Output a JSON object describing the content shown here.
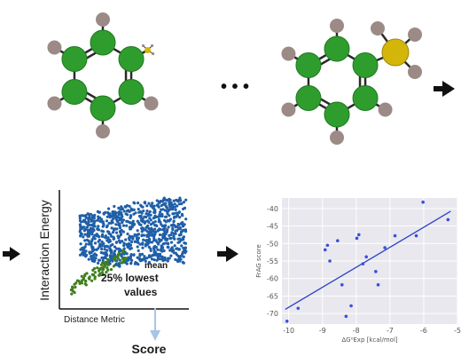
{
  "colors": {
    "carbon": "#2e9d2e",
    "carbon_stroke": "#1f7a1f",
    "hydrogen": "#9b8a86",
    "sulfur": "#d4b60a",
    "bond": "#2a2a2a",
    "arrow": "#111111",
    "blue_points": "#1f5fa8",
    "green_points": "#3f7f1f",
    "score_arrow": "#a9c4e6",
    "plot_bg": "#e8e8ee",
    "plot_grid": "#ffffff",
    "reg_points": "#3a4fd8",
    "reg_line": "#2b3fc9"
  },
  "icons": {
    "step_arrow": "right-arrow-icon",
    "score_arrow": "down-arrow-icon"
  },
  "ellipsis": "• • •",
  "scatter_panel": {
    "ylabel": "Interaction Energy",
    "xlabel": "Distance Metric",
    "annotation_line1": "mean",
    "annotation_line2": "25% lowest",
    "annotation_line3": "values",
    "score_label": "Score"
  },
  "chart_data": {
    "type": "scatter",
    "xlabel": "ΔG⁰Exp [kcal/mol]",
    "ylabel": "FrAG score",
    "xlim": [
      -10.2,
      -5.0
    ],
    "ylim": [
      -73,
      -37
    ],
    "x_ticks": [
      -10,
      -9,
      -8,
      -7,
      -6,
      -5
    ],
    "y_ticks": [
      -40,
      -45,
      -50,
      -55,
      -60,
      -65,
      -70
    ],
    "grid": true,
    "x": [
      -10.05,
      -9.72,
      -8.92,
      -8.85,
      -8.78,
      -8.55,
      -8.42,
      -8.3,
      -8.15,
      -7.98,
      -7.92,
      -7.8,
      -7.7,
      -7.42,
      -7.35,
      -7.15,
      -6.85,
      -6.22,
      -6.02,
      -5.28
    ],
    "y": [
      -72.2,
      -68.5,
      -51.8,
      -50.5,
      -55.0,
      -49.2,
      -61.8,
      -70.8,
      -67.8,
      -48.5,
      -47.5,
      -55.8,
      -53.8,
      -58.0,
      -61.8,
      -51.2,
      -47.8,
      -47.8,
      -38.2,
      -43.2
    ],
    "fit_line": {
      "x": [
        -10.1,
        -5.2
      ],
      "y": [
        -68.8,
        -40.8
      ]
    }
  }
}
